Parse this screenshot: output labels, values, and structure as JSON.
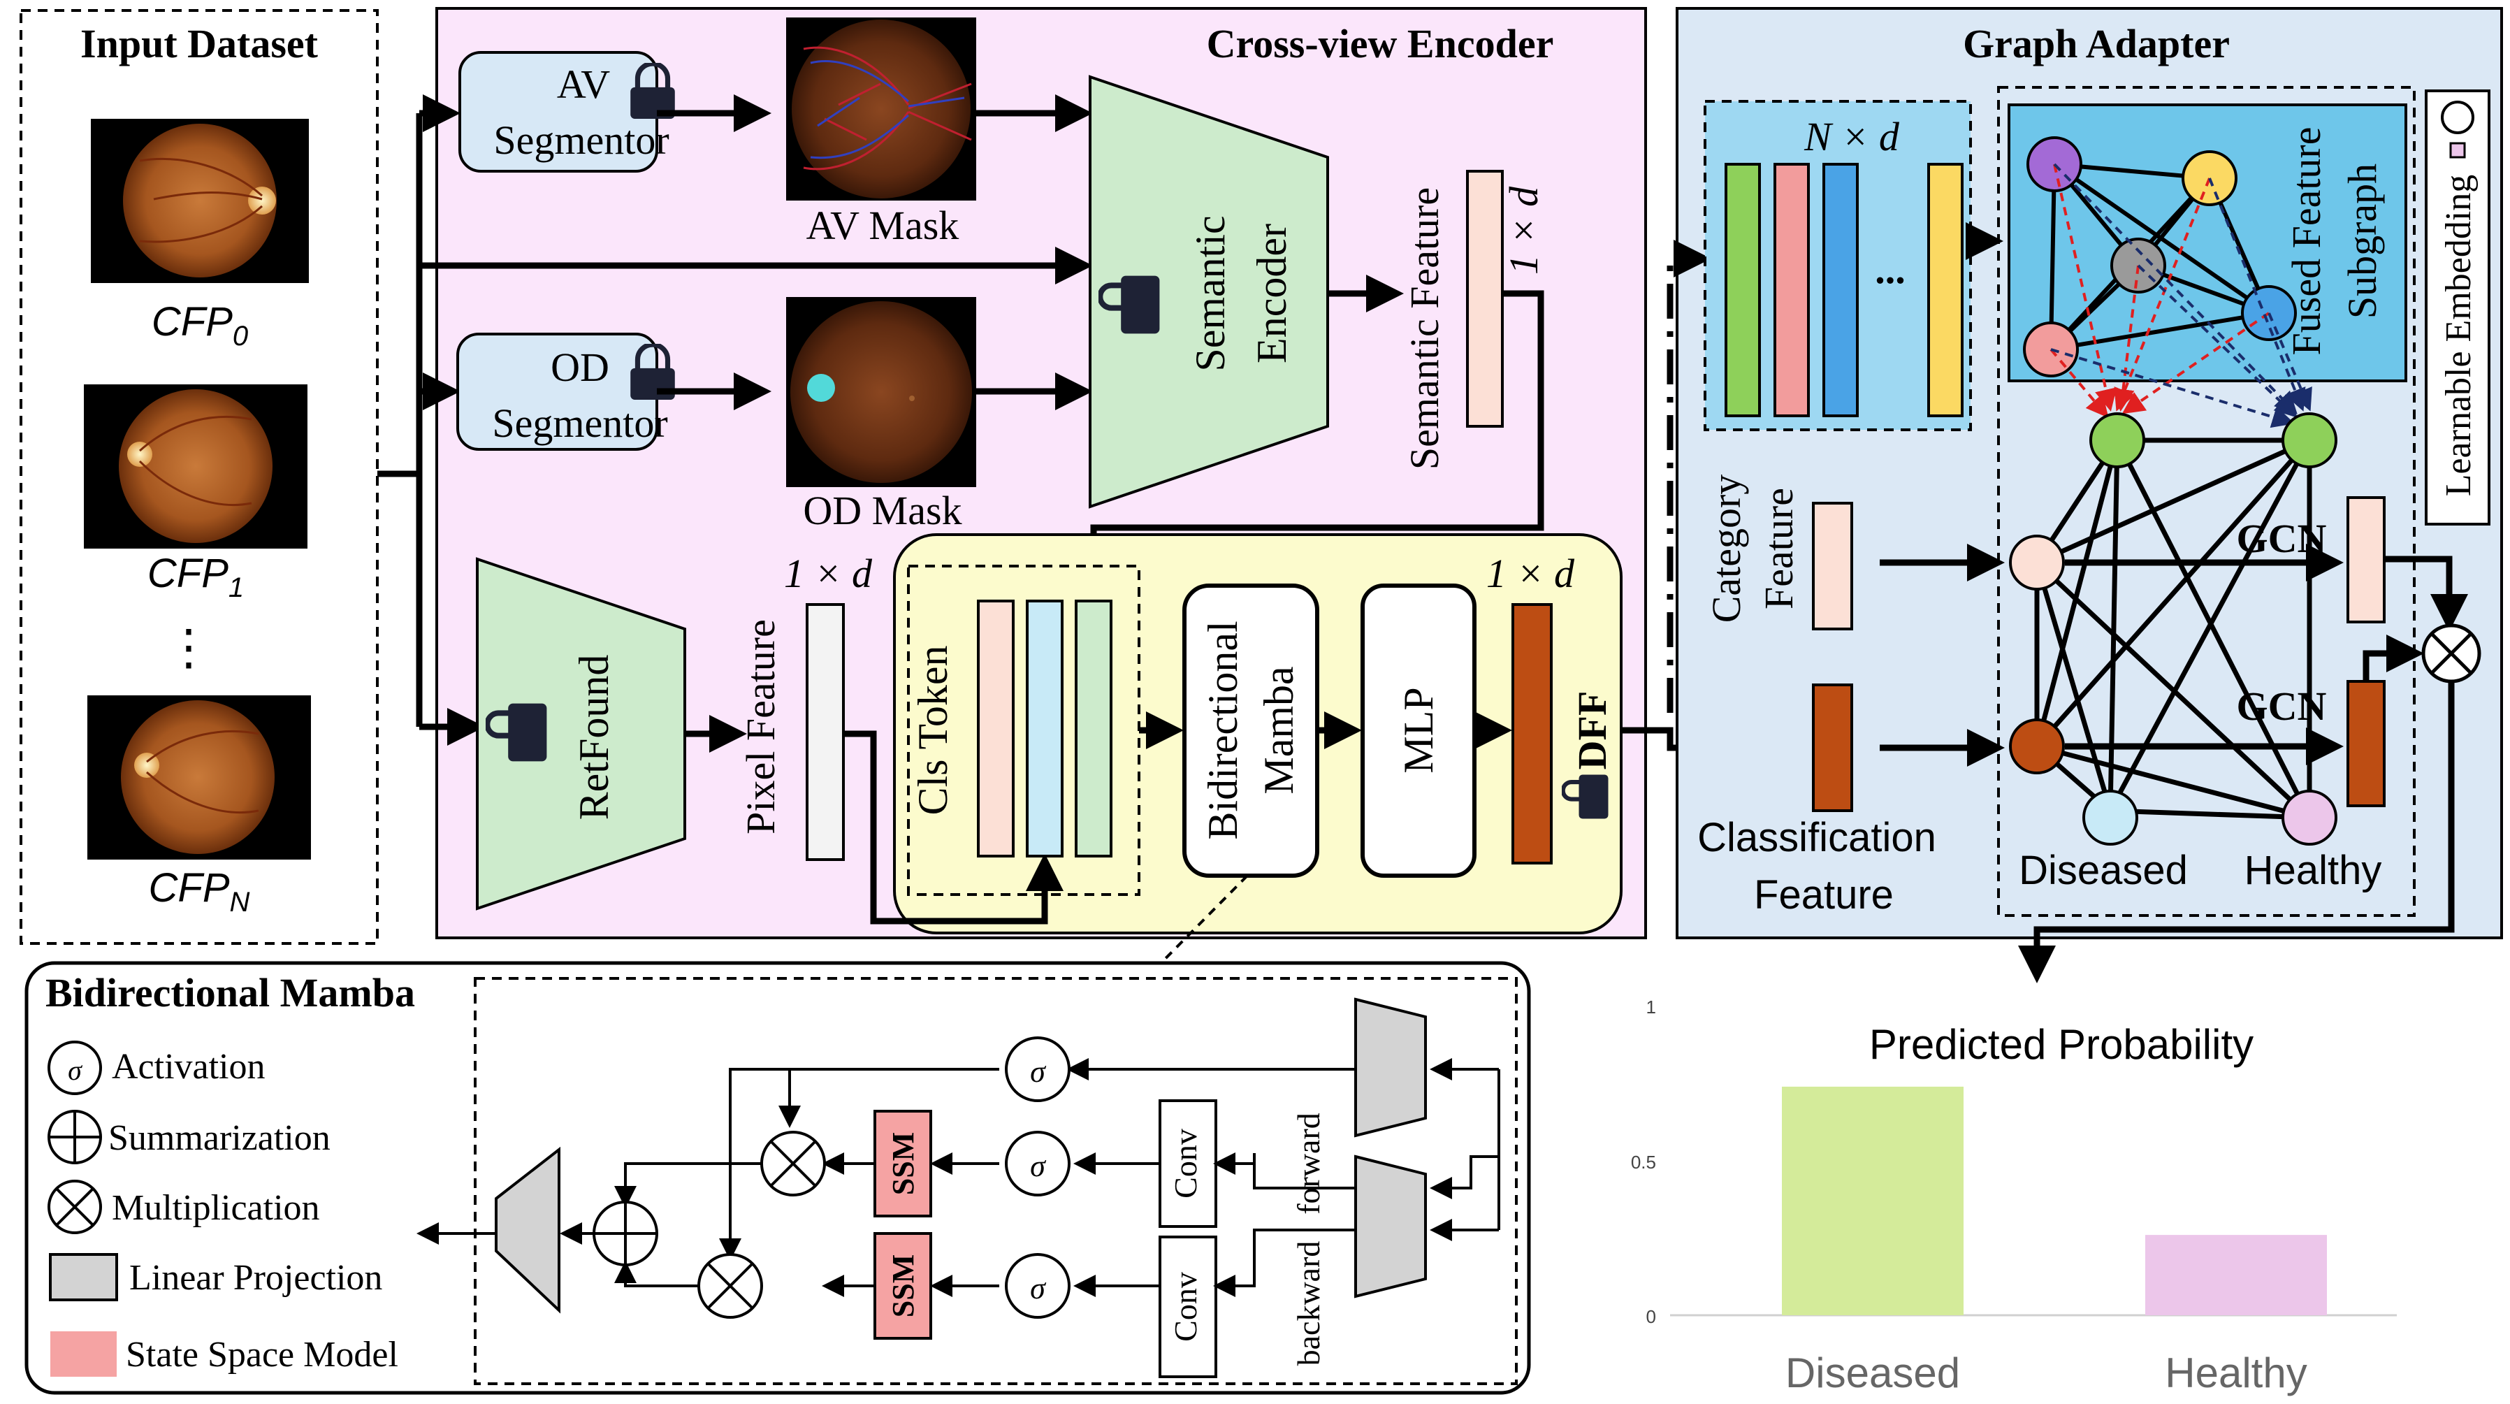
{
  "input": {
    "title": "Input Dataset",
    "cfp0": "CFP",
    "cfp0_sub": "0",
    "cfp1": "CFP",
    "cfp1_sub": "1",
    "dots": "⋮",
    "cfpn": "CFP",
    "cfpn_sub": "N"
  },
  "encoder": {
    "title": "Cross-view Encoder",
    "av_seg_1": "AV",
    "av_seg_2": "Segmentor",
    "od_seg_1": "OD",
    "od_seg_2": "Segmentor",
    "av_mask": "AV Mask",
    "od_mask": "OD Mask",
    "semantic_encoder_1": "Semantic",
    "semantic_encoder_2": "Encoder",
    "semantic_feature": "Semantic Feature",
    "semantic_dim": "1 × d",
    "retfound": "RetFound",
    "pixel_feature": "Pixel Feature",
    "pixel_dim": "1 × d",
    "cls_token": "Cls Token",
    "bimamba_1": "Bidirectional",
    "bimamba_2": "Mamba",
    "mlp": "MLP",
    "dff": "DFF",
    "dff_dim": "1 × d"
  },
  "graph": {
    "title": "Graph Adapter",
    "nd": "N × d",
    "ellipsis": "...",
    "fused_1": "Fused Feature",
    "fused_2": "Subgraph",
    "learnable": "Learnable Embedding",
    "category_1": "Category",
    "category_2": "Feature",
    "classification_1": "Classification",
    "classification_2": "Feature",
    "gcn_top": "GCN",
    "gcn_bottom": "GCN",
    "diseased": "Diseased",
    "healthy": "Healthy"
  },
  "mamba": {
    "title": "Bidirectional Mamba",
    "legend_activation": "Activation",
    "legend_sum": "Summarization",
    "legend_mult": "Multiplication",
    "legend_linear": "Linear Projection",
    "legend_ssm": "State Space Model",
    "sigma": "σ",
    "ssm": "SSM",
    "conv": "Conv",
    "forward": "forward",
    "backward": "backward"
  },
  "chart_data": {
    "type": "bar",
    "title": "Predicted Probability",
    "categories": [
      "Diseased",
      "Healthy"
    ],
    "values": [
      0.74,
      0.26
    ],
    "ylim": [
      0,
      1
    ],
    "yticks": [
      "0",
      "0.5",
      "1"
    ],
    "colors": [
      "#d4eb9a",
      "#ecc6ea"
    ]
  },
  "colors": {
    "encoder_bg": "#fbe6fb",
    "graph_bg": "#dbe8f5",
    "bimamba_bg": "#fcfbcd",
    "nd_bg": "#9ed8f2",
    "fused_bg": "#6ec6ea",
    "trap_green": "#cdebcc",
    "seg_bg": "#d7e8f6",
    "dff_brown": "#bd4d13",
    "ssm_red": "#f5a3a3"
  }
}
